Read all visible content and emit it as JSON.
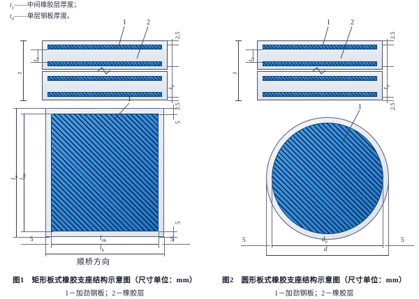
{
  "legend": {
    "line1_var": "t",
    "line1_sub": "1",
    "line1_text": "——中间橡胶层厚度；",
    "line2_var": "t",
    "line2_sub": "0",
    "line2_text": "——单层钢板厚度。"
  },
  "figure1": {
    "section": {
      "leader_1": "1",
      "leader_2": "2",
      "dim_top": "2.5",
      "dim_bottom": "2.5",
      "dim_total_var": "t",
      "dim_t1_var": "t",
      "dim_t1_sub": "1",
      "dim_t0_var": "t",
      "dim_t0_sub": "0"
    },
    "plan": {
      "leader_1": "1",
      "dim_left_outer_var": "l",
      "dim_left_outer_sub": "a",
      "dim_left_inner_var": "l",
      "dim_left_inner_sub": "0a",
      "dim_bottom_inner_var": "l",
      "dim_bottom_inner_sub": "0b",
      "dim_bottom_outer_var": "l",
      "dim_bottom_outer_sub": "b",
      "edge_top": "5",
      "edge_bottom": "5",
      "edge_left": "5",
      "edge_right": "5",
      "direction_label": "顺桥方向"
    },
    "caption_main": "图1　矩形板式橡胶支座结构示意图（尺寸单位：mm）",
    "caption_sub": "1－加劲钢板；2－橡胶层"
  },
  "figure2": {
    "section": {
      "leader_1": "1",
      "leader_2": "2",
      "dim_top": "2.5",
      "dim_bottom": "2.5",
      "dim_total_var": "t",
      "dim_t1_var": "t",
      "dim_t1_sub": "1",
      "dim_t0_var": "t",
      "dim_t0_sub": "0"
    },
    "plan": {
      "leader_1": "1",
      "dim_inner_var": "d",
      "dim_inner_sub": "0",
      "dim_outer_var": "d",
      "edge_left": "5",
      "edge_right": "5"
    },
    "caption_main": "图2　圆形板式橡胶支座结构示意图（尺寸单位：mm）",
    "caption_sub": "1－加劲钢板；2－橡胶层"
  },
  "colors": {
    "steel_blue": "#2f8ada",
    "hatch": "#0a142c",
    "rubber_grey": "#e5ebf2",
    "line": "#3a3a55"
  }
}
